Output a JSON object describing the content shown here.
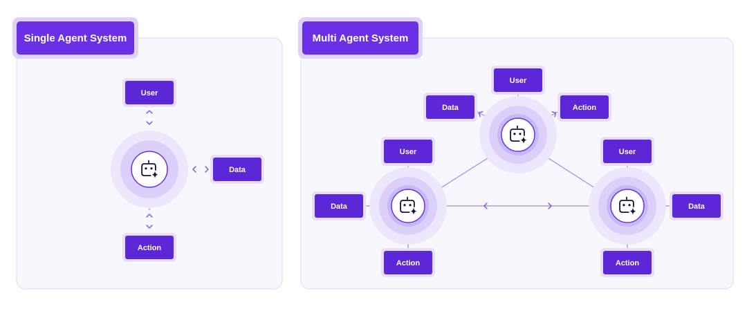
{
  "panels": {
    "single": {
      "title": "Single Agent System"
    },
    "multi": {
      "title": "Multi Agent System"
    }
  },
  "nodes": {
    "user": "User",
    "data": "Data",
    "action": "Action"
  },
  "icons": {
    "agent": "robot-sparkle-icon",
    "connector": "double-chevron-arrow"
  },
  "colors": {
    "accent": "#6b2fe6",
    "node": "#5d26d6",
    "panel": "#f8f7fd",
    "connector": "#a189ee"
  }
}
